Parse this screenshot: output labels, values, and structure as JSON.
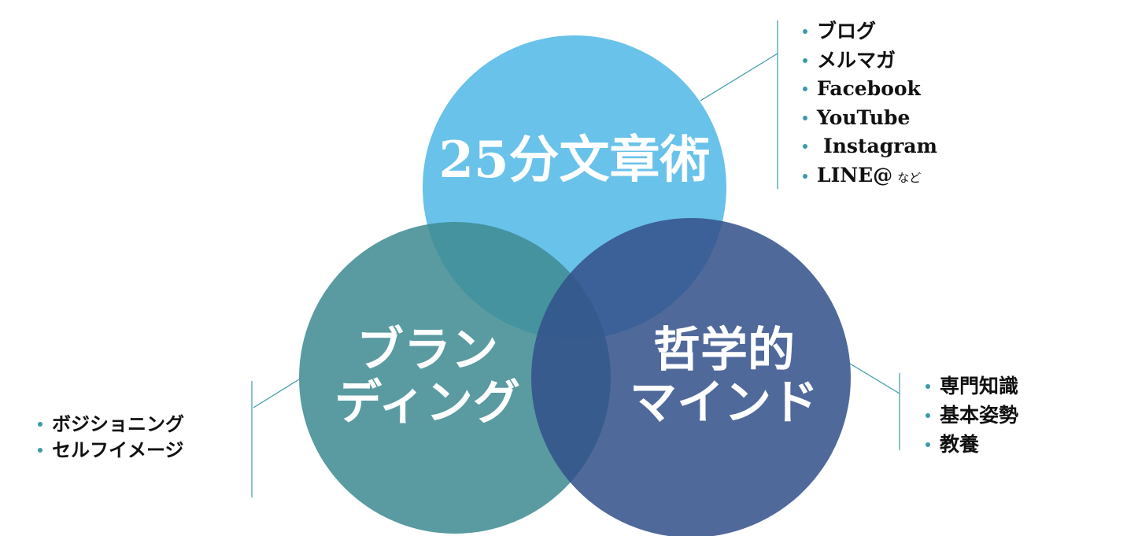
{
  "circles": {
    "top": {
      "label": "25分文章術",
      "color": "#5bbde8",
      "items": [
        "ブログ",
        "メルマガ",
        "Facebook",
        "YouTube",
        "Instagram",
        "LINE@"
      ],
      "last_note": "など"
    },
    "left": {
      "label_line1": "ブラン",
      "label_line2": "ディング",
      "color": "#3e8a92",
      "items": [
        "ボジショニング",
        "セルフイメージ"
      ]
    },
    "right": {
      "label_line1": "哲学的",
      "label_line2": "マインド",
      "color": "#33508a",
      "items": [
        "専門知識",
        "基本姿勢",
        "教養"
      ]
    }
  },
  "colors": {
    "bullet": "#3a9aa8",
    "connector": "#3a9aa8"
  }
}
